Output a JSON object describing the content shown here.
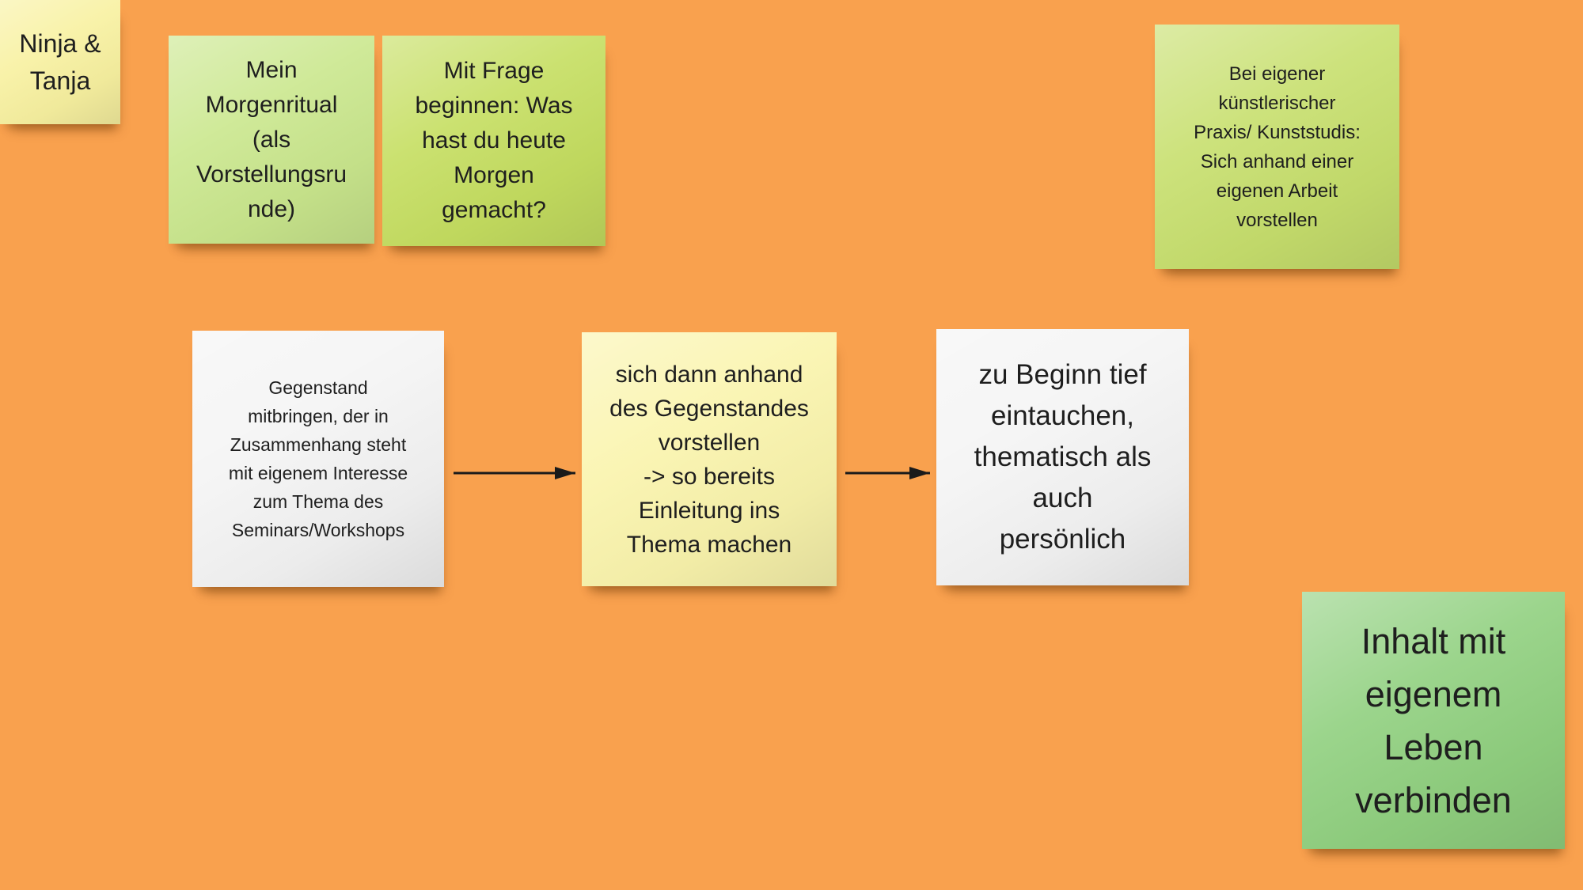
{
  "board": {
    "background_color": "#F9A14E",
    "text_color": "#1E1E1E",
    "arrow_color": "#1A1A1A",
    "title_note": "Ninja & Tanja"
  },
  "notes": {
    "ninja_tanja": {
      "text": "Ninja &\nTanja",
      "color": "#F8F1A0"
    },
    "morgenritual": {
      "text": "Mein\nMorgenritual\n(als\nVorstellungsru\nnde)",
      "color": "#CAE78D"
    },
    "mit_frage": {
      "text": "Mit Frage\nbeginnen: Was\nhast du heute\nMorgen\ngemacht?",
      "color": "#C5DE60"
    },
    "bei_eigener": {
      "text": "Bei eigener\nkünstlerischer\nPraxis/ Kunststudis:\nSich anhand einer\neigenen Arbeit\nvorstellen",
      "color": "#C7DF6D"
    },
    "gegenstand": {
      "text": "Gegenstand\nmitbringen, der in\nZusammenhang steht\nmit eigenem Interesse\nzum Thema des\nSeminars/Workshops",
      "color": "#F4F4F4"
    },
    "gegenstand_vorstellen": {
      "text": "sich dann anhand\ndes Gegenstandes\nvorstellen\n-> so bereits\nEinleitung ins\nThema machen",
      "color": "#FAF4AC"
    },
    "zu_beginn": {
      "text": "zu Beginn tief\neintauchen,\nthematisch als\nauch\npersönlich",
      "color": "#F4F4F4"
    },
    "inhalt": {
      "text": "Inhalt mit\neigenem\nLeben\nverbinden",
      "color": "#90D07F"
    }
  },
  "connectors": [
    {
      "id": "arrow-1",
      "from": "gegenstand",
      "to": "gegenstand_vorstellen",
      "direction": "right"
    },
    {
      "id": "arrow-2",
      "from": "gegenstand_vorstellen",
      "to": "zu_beginn",
      "direction": "right"
    }
  ]
}
